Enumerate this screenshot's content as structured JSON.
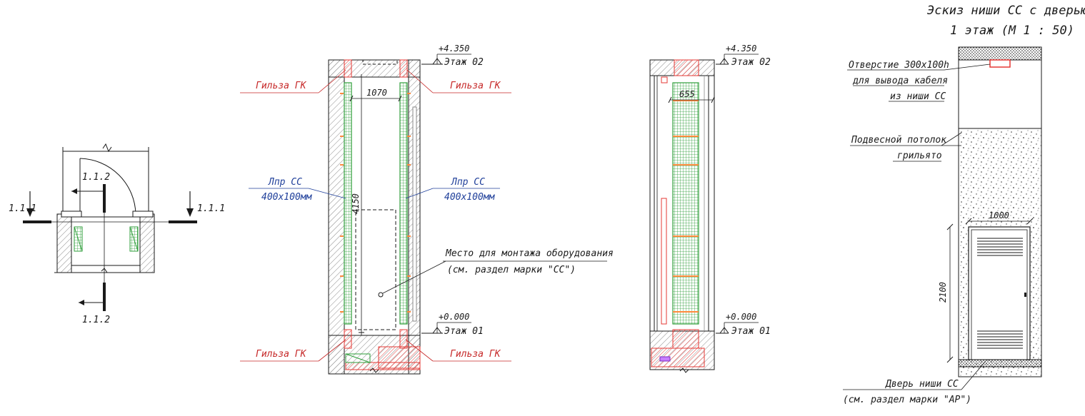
{
  "title": {
    "line1": "Эскиз ниши СС с дверью,",
    "line2": "1 этаж (М 1 : 50)"
  },
  "plan": {
    "section_11_left": "1.1.1",
    "section_11_right": "1.1.1",
    "section_12_top": "1.1.2",
    "section_12_bottom": "1.1.2"
  },
  "section1": {
    "elev_top": "+4.350",
    "floor_top": "Этаж 02",
    "elev_bottom": "+0.000",
    "floor_bottom": "Этаж 01",
    "sleeve_tl": "Гильза ГК",
    "sleeve_tr": "Гильза ГК",
    "sleeve_bl": "Гильза ГК",
    "sleeve_br": "Гильза ГК",
    "width_dim": "1070",
    "height_dim": "4150",
    "tray_left_1": "Лпр СС",
    "tray_left_2": "400х100мм",
    "tray_right_1": "Лпр СС",
    "tray_right_2": "400х100мм",
    "equip_1": "Место для монтажа оборудования",
    "equip_2": "(см. раздел марки \"СС\")"
  },
  "section2": {
    "elev_top": "+4.350",
    "floor_top": "Этаж 02",
    "elev_bottom": "+0.000",
    "floor_bottom": "Этаж 01",
    "depth_dim": "655"
  },
  "sketch": {
    "opening_1": "Отверстие 300х100h",
    "opening_2": "для вывода кабеля",
    "opening_3": "из ниши СС",
    "ceiling_1": "Подвесной потолок",
    "ceiling_2": "грильято",
    "door_width": "1000",
    "door_height": "2100",
    "door_1": "Дверь ниши СС",
    "door_2": "(см. раздел марки \"АР\")"
  },
  "colors": {
    "tray": "#2e9e3a",
    "sleeve": "#e53935",
    "leader_red": "#c62828",
    "leader_blue": "#1f3f9a",
    "line": "#1a1a1a"
  }
}
